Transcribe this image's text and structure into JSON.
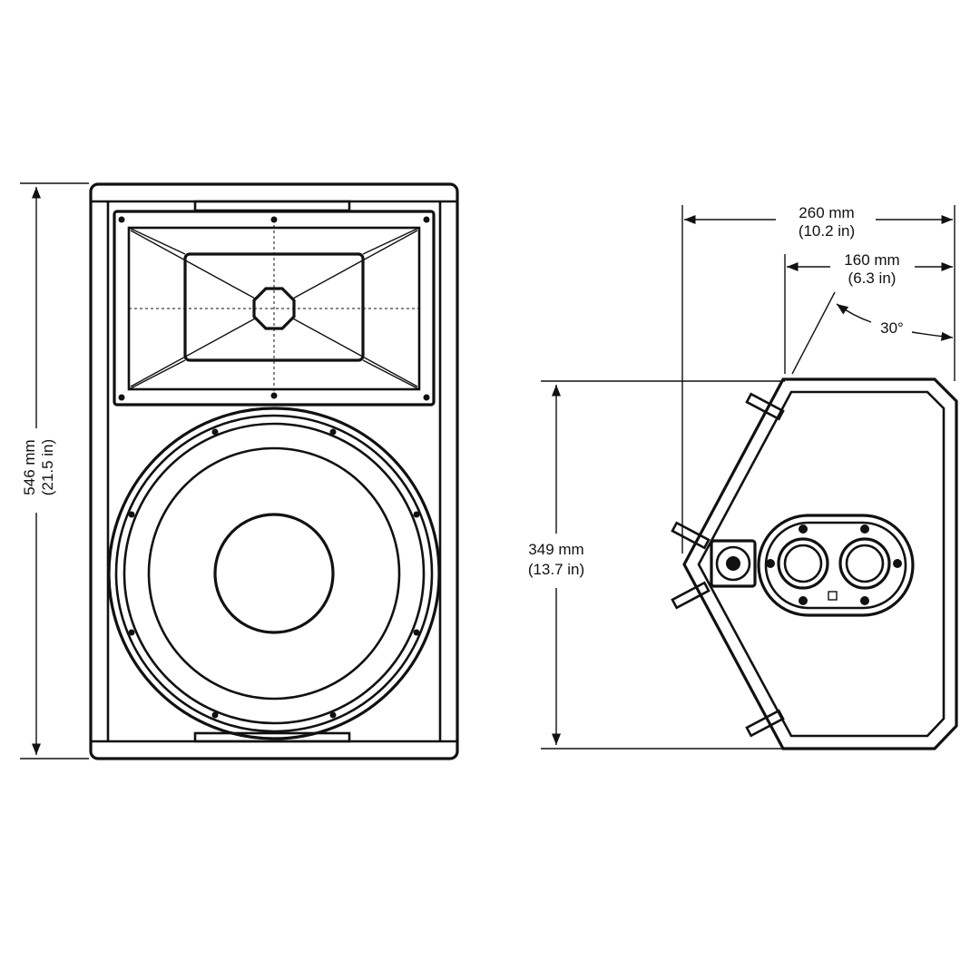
{
  "front_view": {
    "height_mm": "546 mm",
    "height_in": "(21.5 in)"
  },
  "side_view": {
    "depth_total_mm": "260 mm",
    "depth_total_in": "(10.2 in)",
    "depth_partial_mm": "160 mm",
    "depth_partial_in": "(6.3 in)",
    "angle": "30°",
    "height_mm": "349 mm",
    "height_in": "(13.7 in)"
  },
  "colors": {
    "line": "#111111",
    "background": "#ffffff"
  }
}
